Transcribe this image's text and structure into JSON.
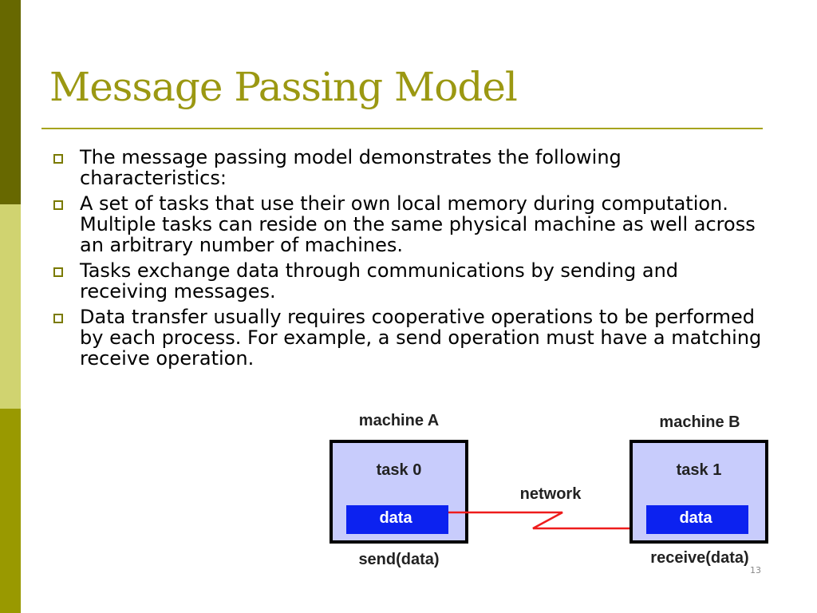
{
  "colors": {
    "bar_top": "#676800",
    "bar_mid": "#d0d370",
    "bar_bottom": "#999900",
    "title": "#9b9812",
    "rule": "#a6a31e",
    "bullet_marker": "#7a7a00",
    "machine_fill": "#c8ccfc",
    "data_fill": "#0c22f0",
    "arrow": "#ee1c1c"
  },
  "title": "Message Passing Model",
  "bullets": [
    "The message passing model demonstrates the following characteristics:",
    "A set of tasks that use their own local memory during computation. Multiple tasks can reside on the same physical machine as well across an arbitrary number of machines.",
    "Tasks exchange data through communications by sending and receiving messages.",
    "Data transfer usually requires cooperative operations to be performed by each process. For example, a send operation must have a matching receive operation."
  ],
  "diagram": {
    "machine_a": {
      "label": "machine A",
      "task": "task 0",
      "data": "data",
      "operation": "send(data)"
    },
    "machine_b": {
      "label": "machine B",
      "task": "task 1",
      "data": "data",
      "operation": "receive(data)"
    },
    "network": "network"
  },
  "slide_number": "13"
}
